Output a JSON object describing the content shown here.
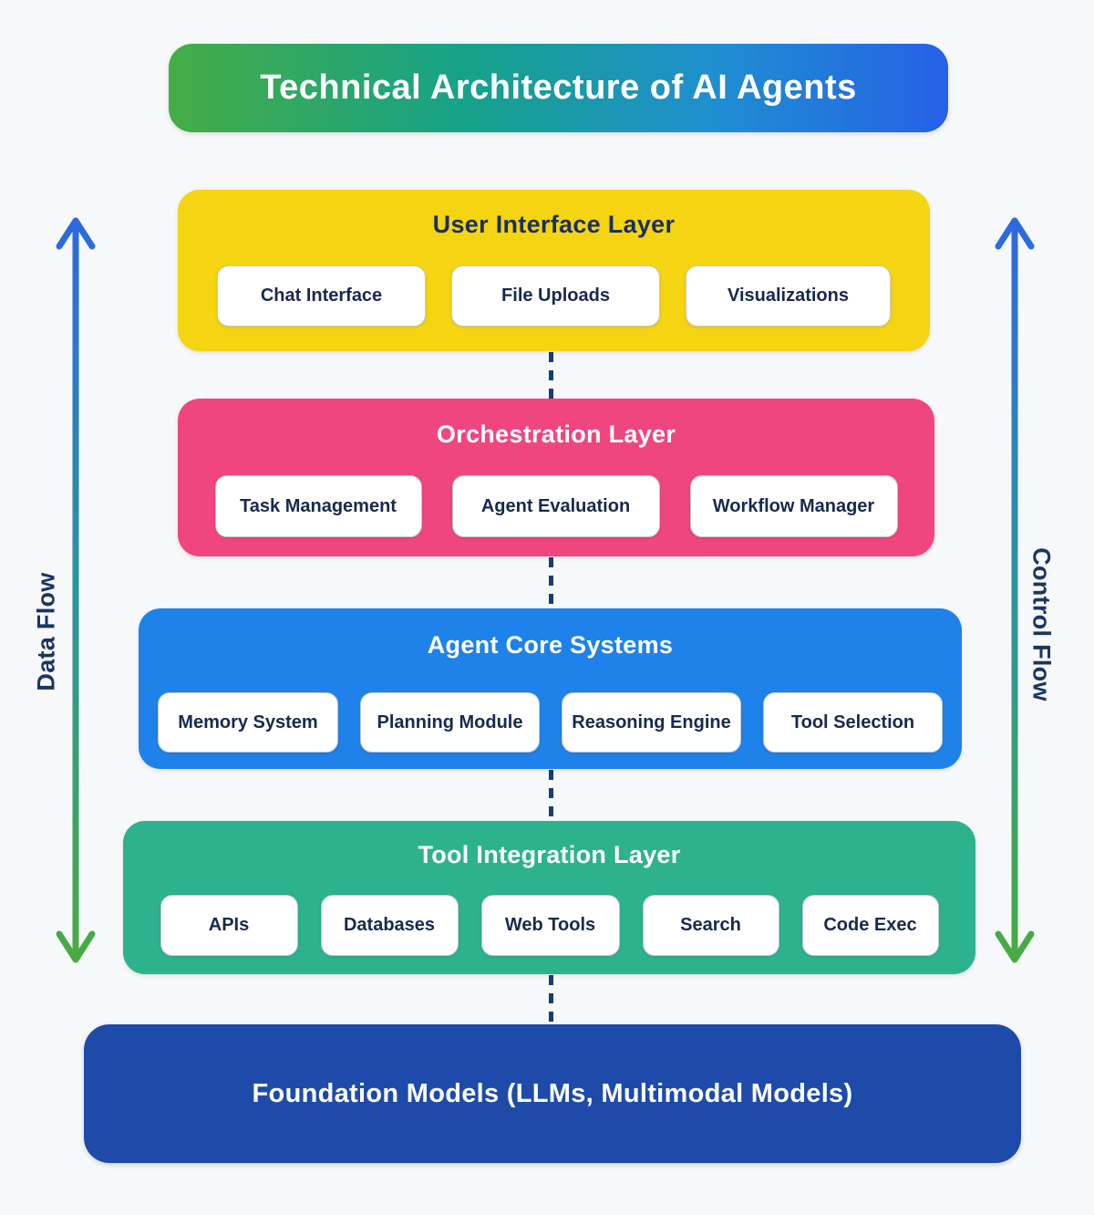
{
  "title": "Technical Architecture of AI Agents",
  "layers": [
    {
      "name": "User Interface Layer",
      "color": "#f5d411",
      "header_text_color": "#1a2f5d",
      "chips": [
        "Chat Interface",
        "File Uploads",
        "Visualizations"
      ]
    },
    {
      "name": "Orchestration Layer",
      "color": "#f04680",
      "header_text_color": "#ffffff",
      "chips": [
        "Task Management",
        "Agent Evaluation",
        "Workflow Manager"
      ]
    },
    {
      "name": "Agent Core Systems",
      "color": "#1f82ea",
      "header_text_color": "#ffffff",
      "chips": [
        "Memory System",
        "Planning Module",
        "Reasoning Engine",
        "Tool Selection"
      ]
    },
    {
      "name": "Tool Integration Layer",
      "color": "#2db28e",
      "header_text_color": "#ffffff",
      "chips": [
        "APIs",
        "Databases",
        "Web Tools",
        "Search",
        "Code Exec"
      ]
    }
  ],
  "foundation": {
    "label": "Foundation Models (LLMs, Multimodal Models)",
    "color": "#1e4ba9"
  },
  "flows": {
    "left_label": "Data Flow",
    "right_label": "Control Flow",
    "arrow_gradient": [
      "#2c68e2",
      "#2b94a0",
      "#4aab40"
    ]
  },
  "palette": {
    "title_gradient_start": "#45ac45",
    "title_gradient_mid": "#16a289",
    "title_gradient_end": "#2560e6",
    "chip_text": "#18294e",
    "chip_border": "#c3c9d2",
    "connector": "#1b3c70",
    "background": "#f7f8f9"
  }
}
